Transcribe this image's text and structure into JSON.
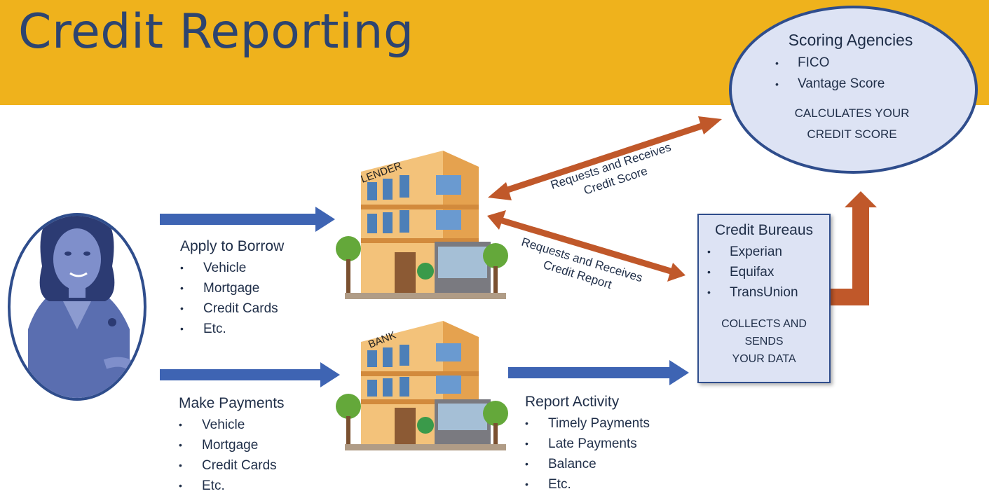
{
  "title": "Credit Reporting",
  "apply": {
    "heading": "Apply to Borrow",
    "items": [
      "Vehicle",
      "Mortgage",
      "Credit Cards",
      "Etc."
    ]
  },
  "payments": {
    "heading": "Make Payments",
    "items": [
      "Vehicle",
      "Mortgage",
      "Credit Cards",
      "Etc."
    ]
  },
  "lender_sign": "LENDER",
  "bank_sign": "BANK",
  "report": {
    "heading": "Report Activity",
    "items": [
      "Timely Payments",
      "Late Payments",
      "Balance",
      "Etc."
    ]
  },
  "scoring": {
    "heading": "Scoring Agencies",
    "items": [
      "FICO",
      "Vantage Score"
    ],
    "note_line1": "CALCULATES YOUR",
    "note_line2": "CREDIT SCORE"
  },
  "bureaus": {
    "heading": "Credit Bureaus",
    "items": [
      "Experian",
      "Equifax",
      "TransUnion"
    ],
    "note_line1": "COLLECTS AND",
    "note_line2": "SENDS",
    "note_line3": "YOUR DATA"
  },
  "arrow_score": {
    "line1": "Requests and Receives",
    "line2": "Credit Score"
  },
  "arrow_report": {
    "line1": "Requests and Receives",
    "line2": "Credit Report"
  },
  "colors": {
    "banner": "#efb21c",
    "title": "#2d4470",
    "blue_arrow": "#3e64b3",
    "brown_arrow": "#c0582a",
    "panel_fill": "#dde3f4",
    "panel_border": "#2f4d8c"
  }
}
